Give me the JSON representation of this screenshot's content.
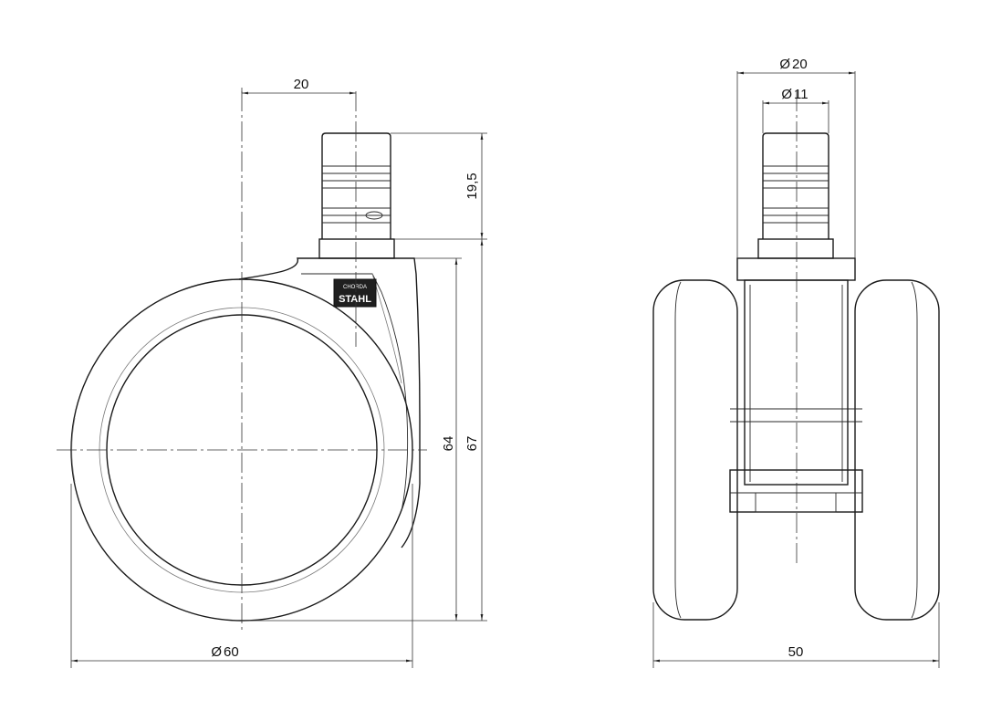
{
  "dimensions": {
    "stem_offset": "20",
    "stem_height": "19,5",
    "wheel_height_inner": "64",
    "wheel_height_total": "67",
    "wheel_diameter": "60",
    "stem_outer_diameter": "20",
    "stem_inner_diameter": "11",
    "total_width": "50"
  },
  "logo": {
    "text": "STAHL",
    "small_text": "CHORDA"
  }
}
